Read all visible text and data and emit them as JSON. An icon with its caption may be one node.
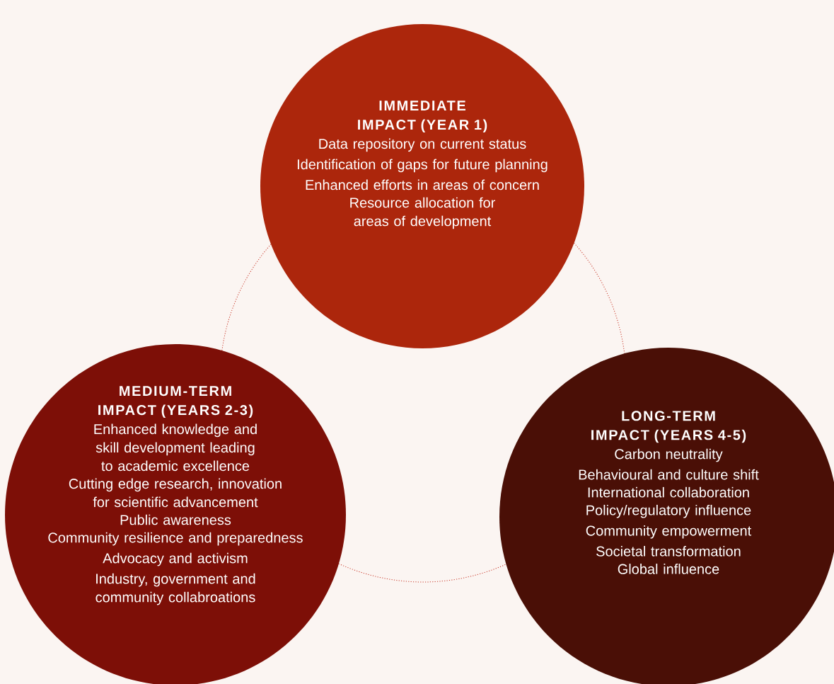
{
  "diagram": {
    "nodes": [
      {
        "text": [
          "IMMEDIATE IMPACT (YEAR 1)",
          "Data repository on current status",
          "Identification of gaps for future planning",
          "Enhanced efforts in areas of concern",
          "Resource allocation for areas of development"
        ]
      },
      {
        "text": [
          "MEDIUM-TERM IMPACT (YEARS 2-3)",
          "Enhanced knowledge and skill development leading to academic excellence",
          "Cutting edge research, innovation for scientific advancement",
          "Public awareness",
          "Community resilience and preparedness",
          "Advocacy and activism",
          "Industry, government and community collabroations"
        ]
      },
      {
        "text": [
          "LONG-TERM IMPACT (YEARS 4-5)",
          "Carbon neutrality",
          "Behavioural and culture shift",
          "International collaboration",
          "Policy/regulatory influence",
          "Community empowerment",
          "Societal transformation",
          "Global influence"
        ]
      }
    ],
    "edges": [
      {
        "from": 0,
        "to": 1,
        "arrow": "none",
        "style": "dashed"
      },
      {
        "from": 0,
        "to": 2,
        "arrow": "none",
        "style": "dashed"
      },
      {
        "from": 1,
        "to": 2,
        "arrow": "none",
        "style": "dashed"
      }
    ]
  }
}
